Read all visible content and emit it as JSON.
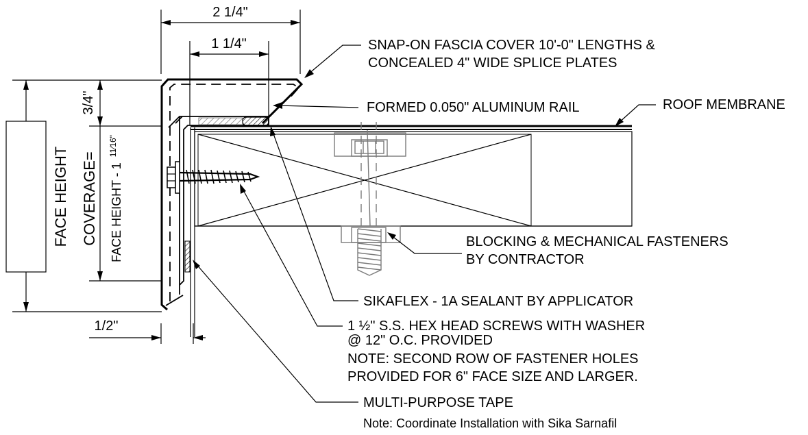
{
  "dimensions": {
    "top_width": "2 1/4\"",
    "inner_width": "1 1/4\"",
    "lip_height": "3/4\"",
    "bottom_offset": "1/2\""
  },
  "vertical_labels": {
    "face_height": "FACE HEIGHT",
    "coverage": "COVERAGE=",
    "coverage_formula": "FACE HEIGHT - 1",
    "coverage_fraction": "11⁄16\""
  },
  "callouts": {
    "fascia_cover_line1": "SNAP-ON  FASCIA COVER 10'-0\" LENGTHS &",
    "fascia_cover_line2": "CONCEALED 4\" WIDE SPLICE PLATES",
    "aluminum_rail": "FORMED 0.050\" ALUMINUM RAIL",
    "roof_membrane": "ROOF MEMBRANE",
    "blocking_line1": "BLOCKING & MECHANICAL FASTENERS",
    "blocking_line2": "BY CONTRACTOR",
    "sealant": "SIKAFLEX - 1A SEALANT BY APPLICATOR",
    "screws_line1": "1 ½\" S.S. HEX HEAD SCREWS WITH WASHER",
    "screws_line2": "@ 12\" O.C. PROVIDED",
    "note_line1": "NOTE:  SECOND ROW OF FASTENER HOLES",
    "note_line2": "PROVIDED FOR 6\" FACE SIZE AND LARGER.",
    "tape": "MULTI-PURPOSE TAPE",
    "coordinate_note": "Note: Coordinate Installation with Sika Sarnafil"
  }
}
